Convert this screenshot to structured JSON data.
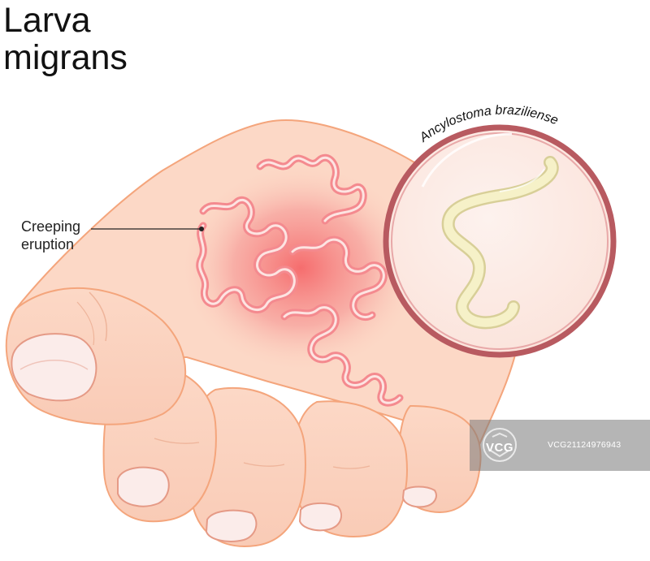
{
  "title": {
    "line1": "Larva",
    "line2": "migrans"
  },
  "labels": {
    "creeping": {
      "line1": "Creeping",
      "line2": "eruption"
    },
    "species": "Ancylostoma braziliense"
  },
  "watermark": {
    "brand": "VCG",
    "id": "VCG21124976943"
  },
  "colors": {
    "skin": "#fcd8c6",
    "skin_outline": "#f4a57c",
    "nail": "#fbecea",
    "rash": "#f48a8f",
    "lens_rim": "#b85a60",
    "larva": "#f6f1c8"
  },
  "icons": [
    "zoom-lens-icon",
    "larva-worm-icon",
    "watermark-logo-icon"
  ]
}
